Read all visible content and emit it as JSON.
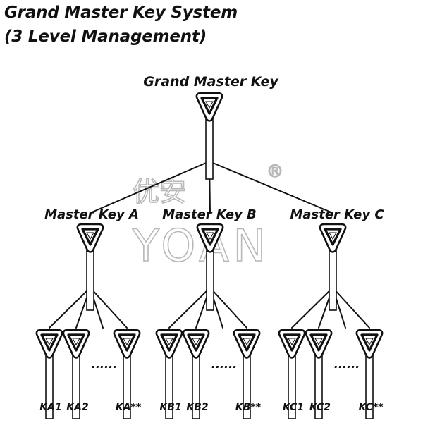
{
  "title": {
    "line1": "Grand Master Key System",
    "line2": "(3 Level Management)"
  },
  "grand_master": {
    "label": "Grand Master Key"
  },
  "masters": [
    {
      "label": "Master Key A",
      "children": [
        "KA1",
        "KA2",
        "KA**"
      ]
    },
    {
      "label": "Master Key B",
      "children": [
        "KB1",
        "KB2",
        "KB**"
      ]
    },
    {
      "label": "Master Key C",
      "children": [
        "KC1",
        "KC2",
        "KC**"
      ]
    }
  ],
  "ellipsis": "......",
  "watermark": {
    "latin": "YOAN",
    "chinese": "优安",
    "registered": "®"
  },
  "colors": {
    "line": "#111111",
    "key_outline": "#111111",
    "key_fill": "#ffffff",
    "watermark": "#b8b8b8"
  }
}
